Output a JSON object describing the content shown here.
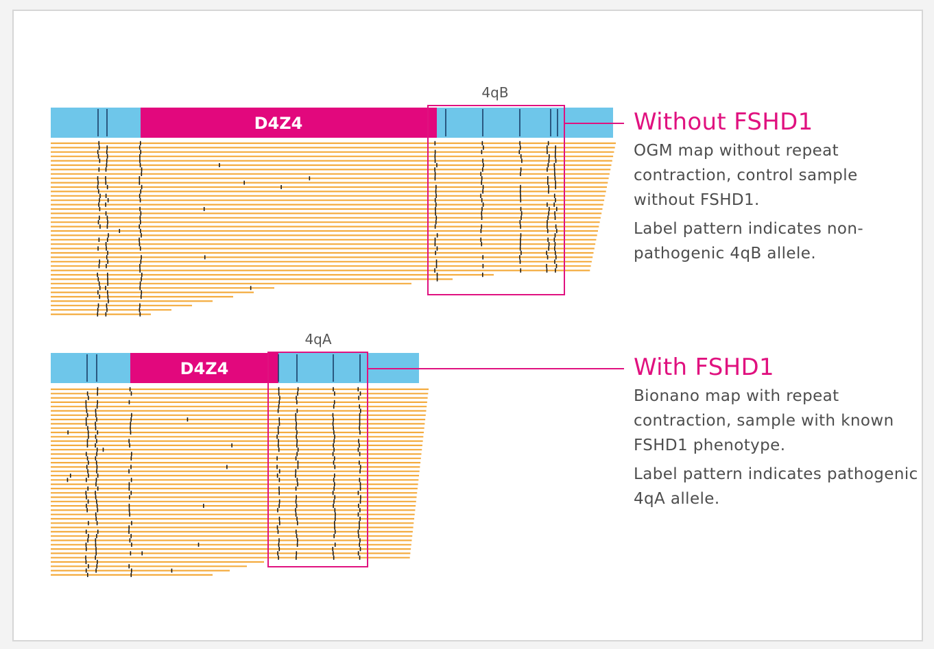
{
  "panels": [
    {
      "id": "without",
      "region_label": "D4Z4",
      "box_label": "4qB",
      "title": "Without FSHD1",
      "description": "OGM map without repeat contraction, control sample without FSHD1.",
      "pattern_note": "Label pattern indicates non-pathogenic 4qB allele."
    },
    {
      "id": "with",
      "region_label": "D4Z4",
      "box_label": "4qA",
      "title": "With FSHD1",
      "description": "Bionano map with repeat contraction, sample with known FSHD1 phenotype.",
      "pattern_note": "Label pattern indicates pathogenic 4qA allele."
    }
  ],
  "colors": {
    "reference_bar": "#6ec6ea",
    "repeat_region": "#e2087d",
    "molecule": "#f4ab3e",
    "label_mark": "#1a1a1a",
    "highlight_box": "#e0117f",
    "caption_text": "#4d4d4d"
  }
}
